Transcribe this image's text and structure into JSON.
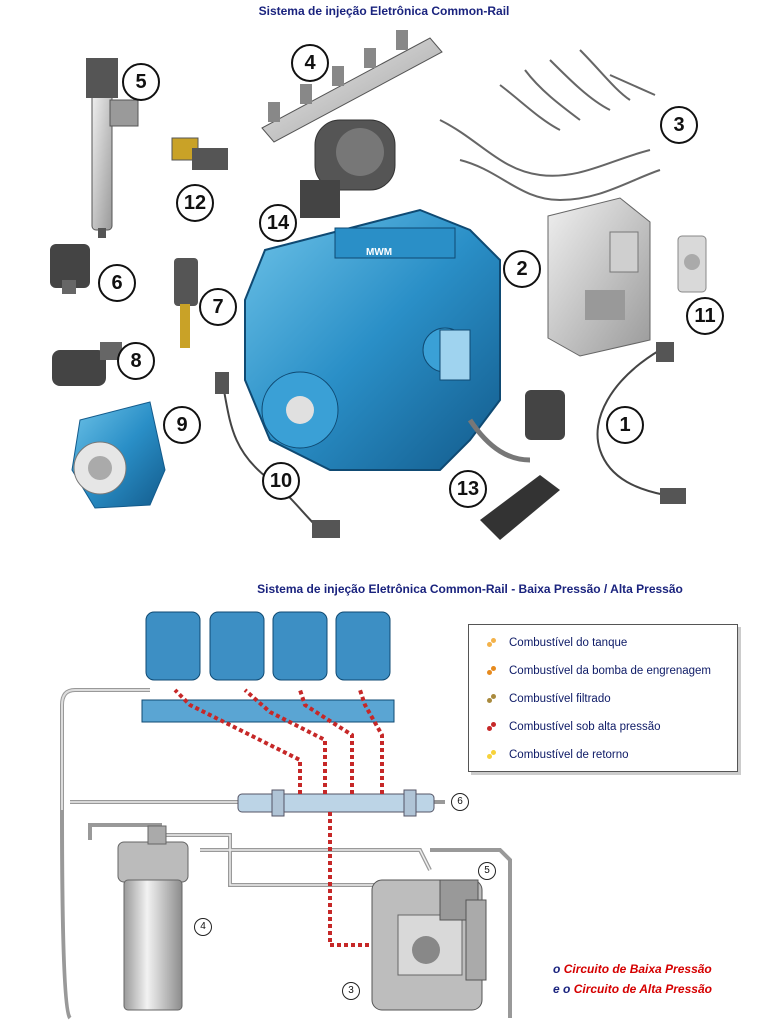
{
  "top_title": "Sistema de injeção Eletrônica Common-Rail",
  "bottom_title": "Sistema de injeção Eletrônica Common-Rail - Baixa Pressão / Alta Pressão",
  "engine_brand": "MWM",
  "component_numbers": [
    "1",
    "2",
    "3",
    "4",
    "5",
    "6",
    "7",
    "8",
    "9",
    "10",
    "11",
    "12",
    "13",
    "14"
  ],
  "circuit_numbers": [
    "3",
    "4",
    "5",
    "6"
  ],
  "legend": [
    {
      "label": "Combustível do tanque",
      "color": "#f3b24a"
    },
    {
      "label": "Combustível da bomba de engrenagem",
      "color": "#e68a1e"
    },
    {
      "label": "Combustível filtrado",
      "color": "#a98a3d"
    },
    {
      "label": "Combustível sob alta pressão",
      "color": "#c62828"
    },
    {
      "label": "Combustível de retorno",
      "color": "#f7d23a"
    }
  ],
  "notes": {
    "line1_prefix": "o",
    "line1_red": "Circuito de Baixa Pressão",
    "line2_prefix": "e o",
    "line2_red": "Circuito de Alta Pressão"
  }
}
